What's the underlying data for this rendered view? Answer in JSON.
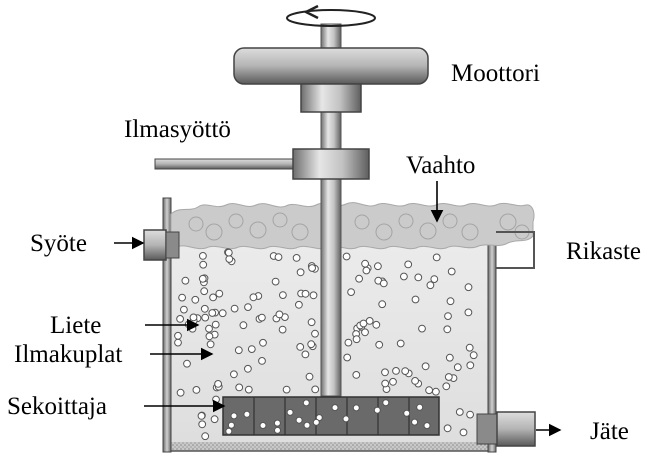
{
  "labels": {
    "motor": "Moottori",
    "air_feed": "Ilmasyöttö",
    "froth": "Vaahto",
    "feed": "Syöte",
    "concentrate": "Rikaste",
    "slurry": "Liete",
    "air_bubbles": "Ilmakuplat",
    "impeller": "Sekoittaja",
    "tailings": "Jäte"
  },
  "colors": {
    "outline": "#222222",
    "label_text": "#000000",
    "metal_light": "#d8d8d8",
    "metal_mid": "#9a9a9a",
    "metal_dark": "#5a5a5a",
    "tank_wall": "#8c8c8c",
    "slurry_fill": "#eaeaea",
    "froth_fill": "#cdcdcd",
    "impeller_fill": "#6a6a6a",
    "bubble_fill": "#ffffff"
  },
  "icons": {
    "rotation": "rotation-arrow-icon",
    "pointer": "pointer-arrow-icon"
  }
}
